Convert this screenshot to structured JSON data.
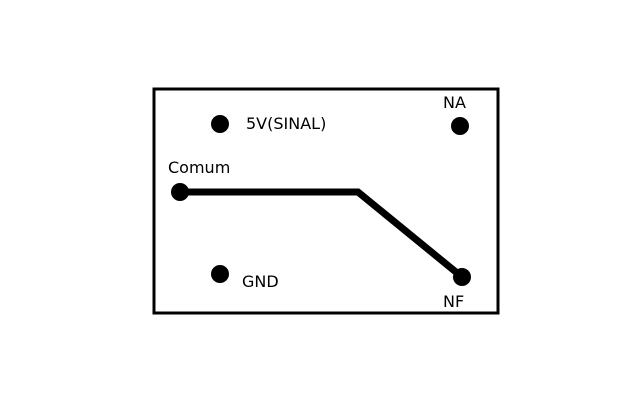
{
  "diagram": {
    "pins": {
      "signal": {
        "label": "5V(SINAL)",
        "icon": "pin-dot"
      },
      "no": {
        "label": "NA",
        "icon": "pin-dot"
      },
      "common": {
        "label": "Comum",
        "icon": "pin-dot"
      },
      "gnd": {
        "label": "GND",
        "icon": "pin-dot"
      },
      "nc": {
        "label": "NF",
        "icon": "pin-dot"
      }
    },
    "colors": {
      "stroke": "#000000",
      "background": "#ffffff"
    }
  }
}
